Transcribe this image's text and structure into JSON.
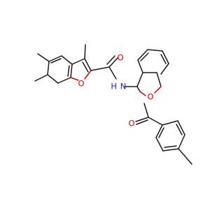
{
  "molecule": {
    "atom_labels": {
      "carbonyl_o_top": "O",
      "amide_n": "N",
      "amide_h": "H",
      "furan_o_left": "O",
      "furan_o_right": "O",
      "carbonyl_o_bottom": "O"
    },
    "colors": {
      "bond": "#1a1a1a",
      "oxygen": "#e00000",
      "nitrogen": "#2020e0",
      "background": "#ffffff"
    }
  }
}
